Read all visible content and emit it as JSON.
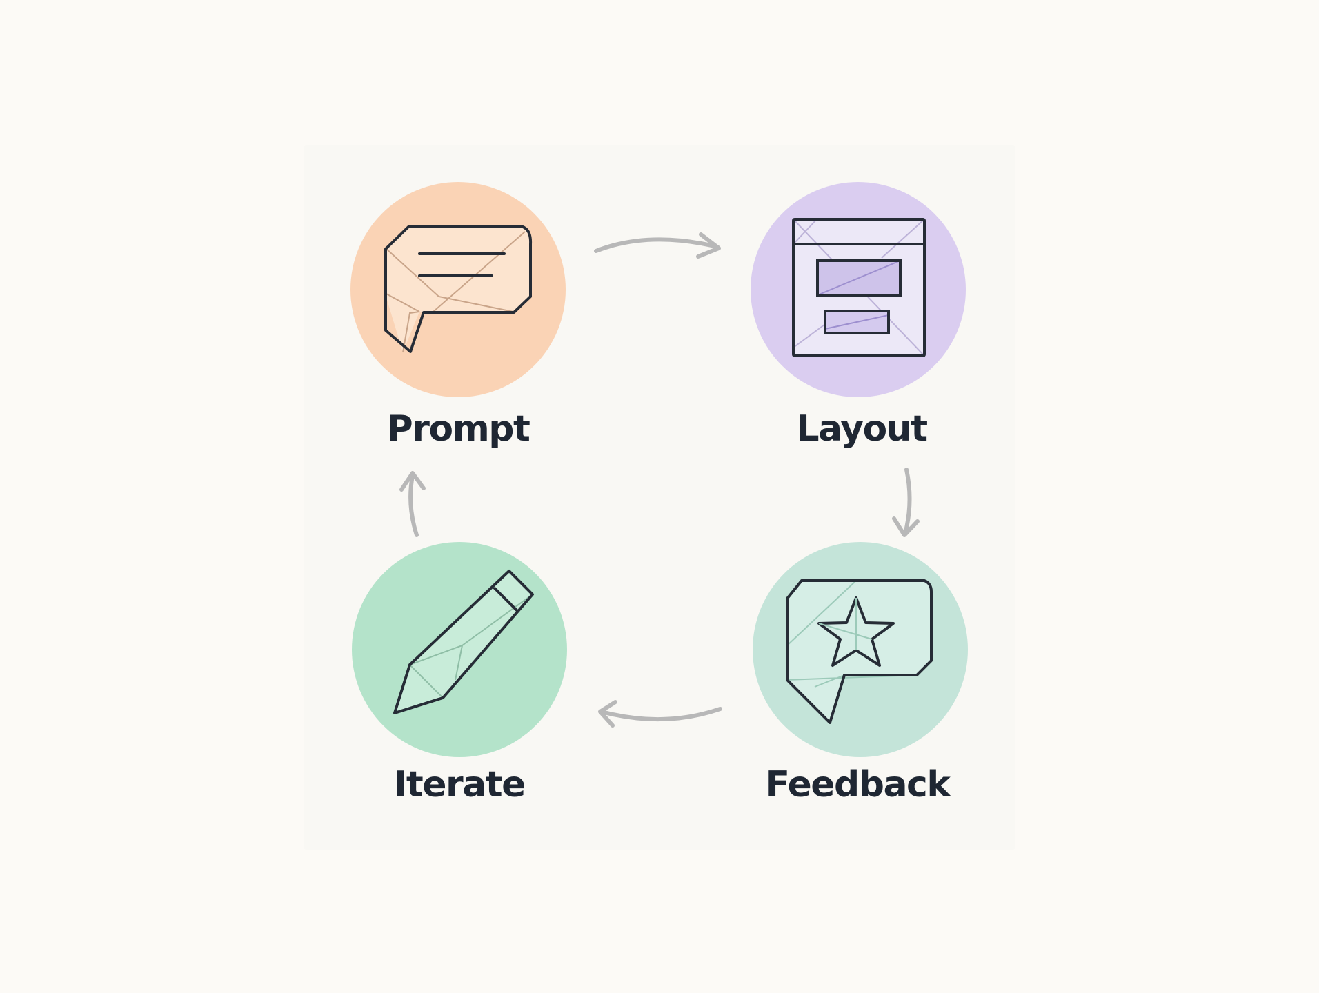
{
  "steps": [
    {
      "id": "prompt",
      "label": "Prompt",
      "icon": "chat-bubble-icon",
      "color": "#fad3b5"
    },
    {
      "id": "layout",
      "label": "Layout",
      "icon": "wireframe-layout-icon",
      "color": "#dacdf0"
    },
    {
      "id": "feedback",
      "label": "Feedback",
      "icon": "star-chat-bubble-icon",
      "color": "#c4e4d9"
    },
    {
      "id": "iterate",
      "label": "Iterate",
      "icon": "pencil-icon",
      "color": "#b4e3ca"
    }
  ],
  "colors": {
    "background": "#fcfaf6",
    "text": "#1f2733",
    "arrow": "#b8b8b8",
    "outline": "#262c36"
  }
}
